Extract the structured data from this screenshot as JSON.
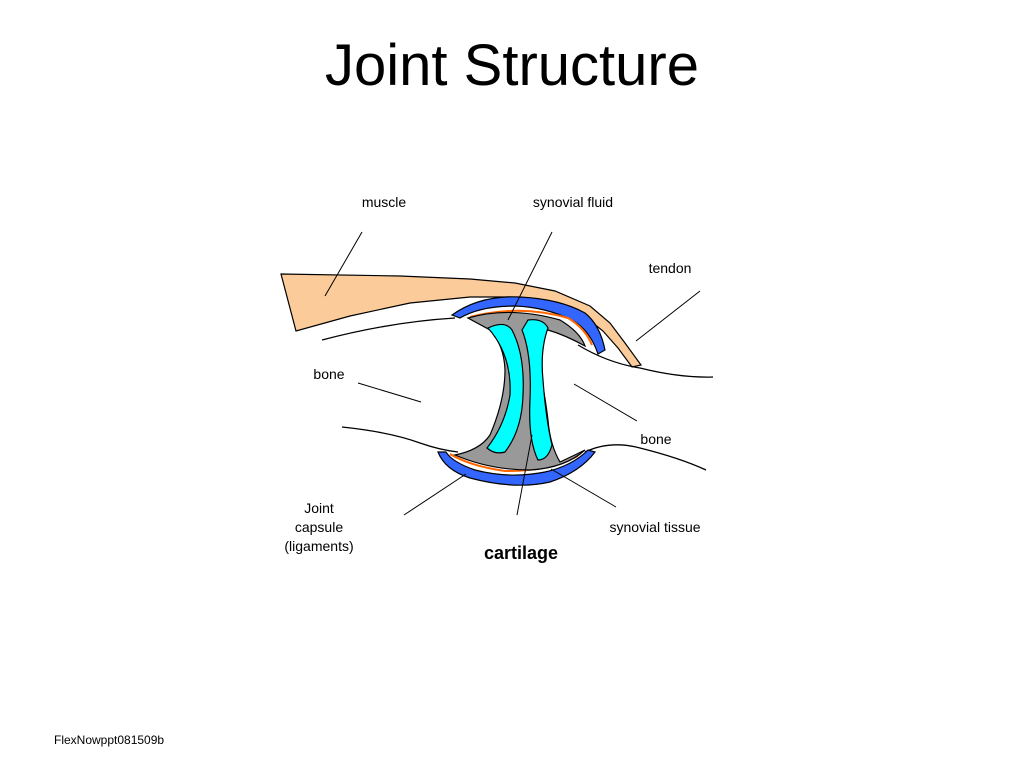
{
  "slide": {
    "title": "Joint Structure",
    "footer": "FlexNowppt081509b"
  },
  "labels": {
    "muscle": "muscle",
    "synovial_fluid": "synovial fluid",
    "tendon": "tendon",
    "bone_left": "bone",
    "bone_right": "bone",
    "joint_capsule_line1": "Joint",
    "joint_capsule_line2": "capsule",
    "joint_capsule_line3": "(ligaments)",
    "synovial_tissue": "synovial tissue",
    "cartilage": "cartilage"
  },
  "colors": {
    "muscle": "#FBCB9A",
    "capsule": "#3366FF",
    "synovial_fluid": "#999999",
    "cartilage": "#00FFFF",
    "synovial_tissue": "#FF6600",
    "outline": "#000000"
  }
}
